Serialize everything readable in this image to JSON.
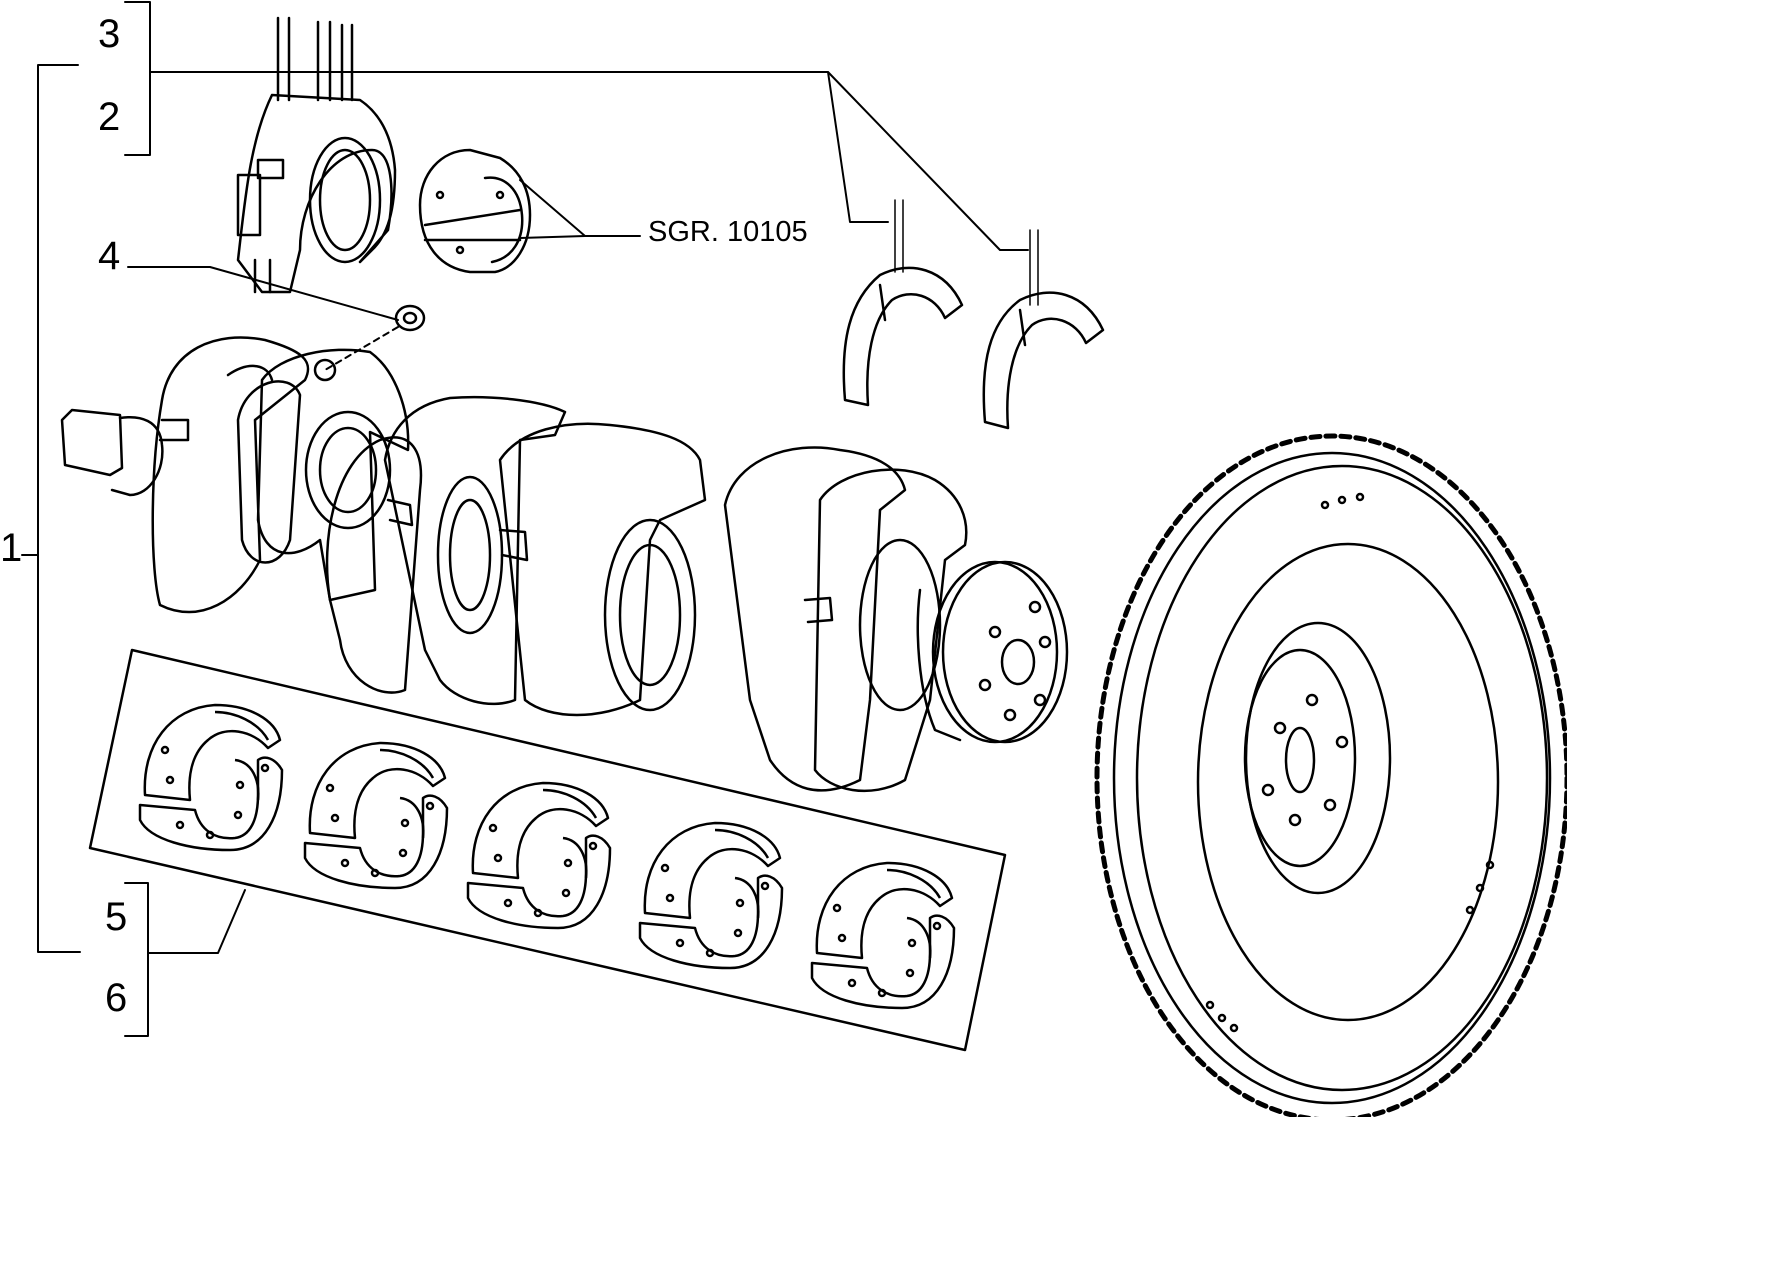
{
  "callouts": {
    "c1": "1",
    "c2": "2",
    "c3": "3",
    "c4": "4",
    "c5": "5",
    "c6": "6"
  },
  "reference": "SGR. 10105",
  "colors": {
    "line": "#000000",
    "background": "#ffffff"
  }
}
